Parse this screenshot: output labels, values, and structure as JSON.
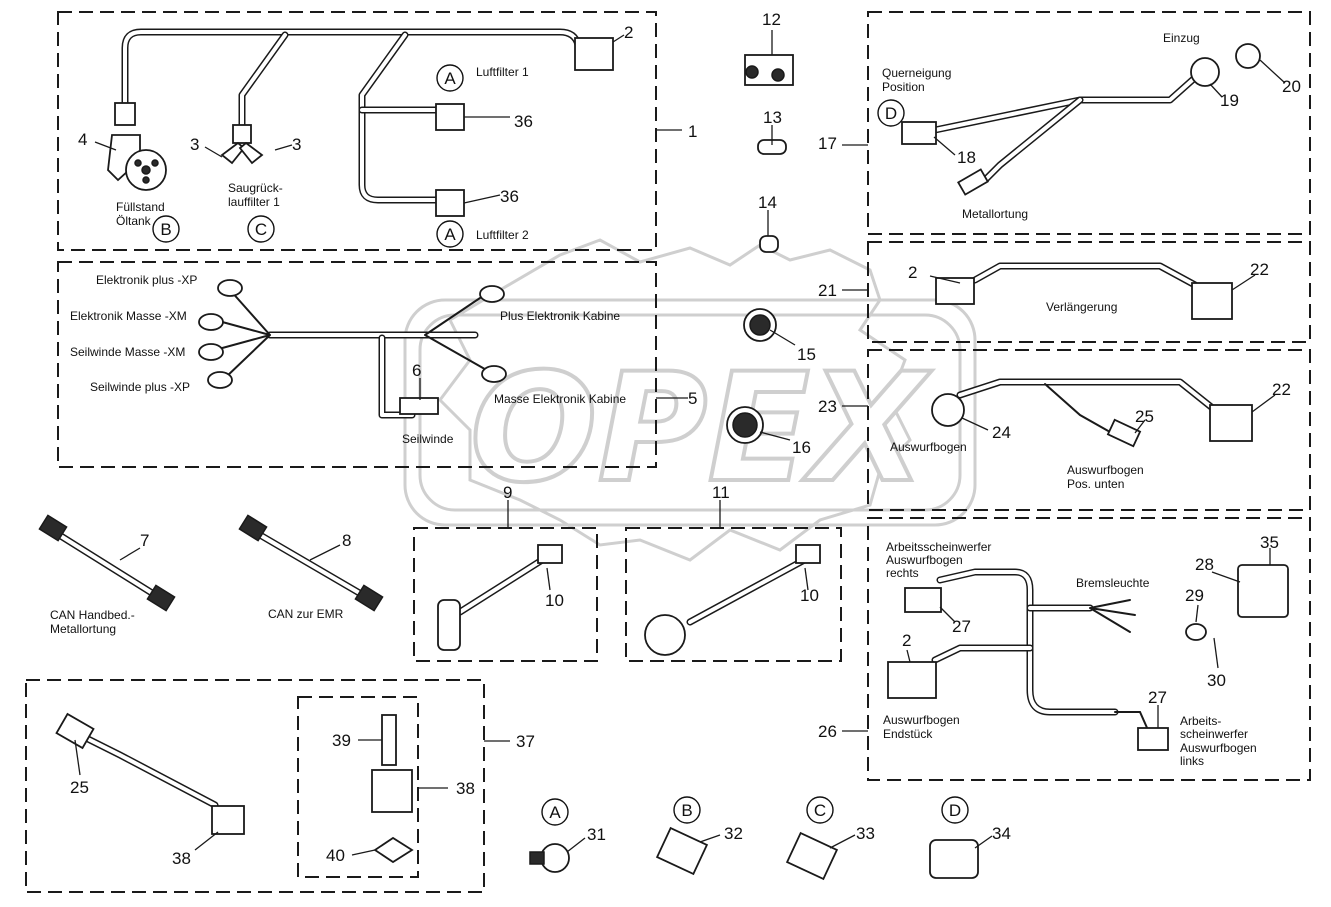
{
  "watermark": "OPEX",
  "callouts": {
    "c1": "1",
    "c2a": "2",
    "c2b": "2",
    "c2c": "2",
    "c3a": "3",
    "c3b": "3",
    "c4": "4",
    "c5": "5",
    "c6": "6",
    "c7": "7",
    "c8": "8",
    "c9": "9",
    "c10a": "10",
    "c10b": "10",
    "c11": "11",
    "c12": "12",
    "c13": "13",
    "c14": "14",
    "c15": "15",
    "c16": "16",
    "c17": "17",
    "c18": "18",
    "c19": "19",
    "c20": "20",
    "c21": "21",
    "c22a": "22",
    "c22b": "22",
    "c23": "23",
    "c24": "24",
    "c25a": "25",
    "c25b": "25",
    "c26": "26",
    "c27a": "27",
    "c27b": "27",
    "c28": "28",
    "c29": "29",
    "c30": "30",
    "c31": "31",
    "c32": "32",
    "c33": "33",
    "c34": "34",
    "c35": "35",
    "c36a": "36",
    "c36b": "36",
    "c37": "37",
    "c38a": "38",
    "c38b": "38",
    "c39": "39",
    "c40": "40"
  },
  "markers": {
    "A1": "A",
    "A2": "A",
    "A3": "A",
    "B1": "B",
    "B2": "B",
    "C1": "C",
    "C2": "C",
    "D1": "D",
    "D2": "D"
  },
  "labels": {
    "luftfilter1": "Luftfilter 1",
    "luftfilter2": "Luftfilter 2",
    "fuellstand": "Füllstand",
    "oeltank": "Öltank",
    "saugrueck": "Saugrück-",
    "lauffilter1": "lauffilter 1",
    "elektronik_plus_xp": "Elektronik plus -XP",
    "elektronik_masse_xm": "Elektronik Masse -XM",
    "seilwinde_masse_xm": "Seilwinde Masse -XM",
    "seilwinde_plus_xp": "Seilwinde plus -XP",
    "plus_elektronik_kabine": "Plus Elektronik Kabine",
    "masse_elektronik_kabine": "Masse Elektronik Kabine",
    "seilwinde": "Seilwinde",
    "can_handbed": "CAN Handbed.-",
    "metallortung1": "Metallortung",
    "can_emr": "CAN zur EMR",
    "querneigung": "Querneigung",
    "position": "Position",
    "einzug": "Einzug",
    "metallortung2": "Metallortung",
    "verlaengerung": "Verlängerung",
    "auswurfbogen": "Auswurfbogen",
    "auswurfbogen_pos": "Auswurfbogen",
    "pos_unten": "Pos. unten",
    "arbeitsscheinwerfer": "Arbeitsscheinwerfer",
    "auswurfbogen_r": "Auswurfbogen",
    "rechts": "rechts",
    "bremsleuchte": "Bremsleuchte",
    "auswurfbogen_e": "Auswurfbogen",
    "endstueck": "Endstück",
    "arbeits": "Arbeits-",
    "scheinwerfer": "scheinwerfer",
    "auswurfbogen_l": "Auswurfbogen",
    "links": "links"
  }
}
